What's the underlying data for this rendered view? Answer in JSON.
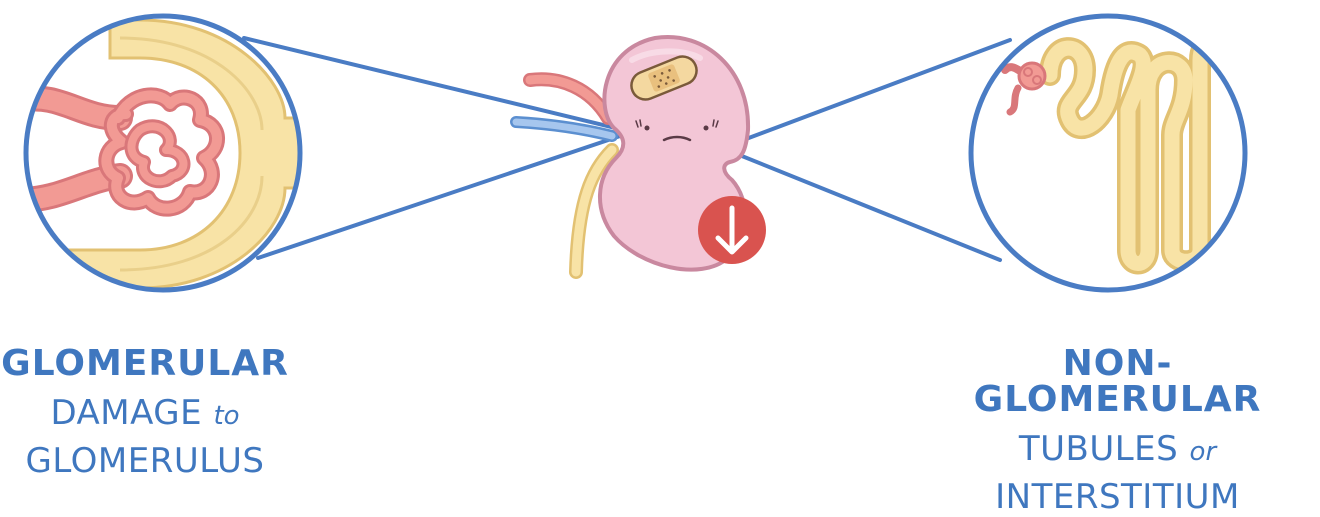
{
  "colors": {
    "outline_blue": "#4a7cc4",
    "text_blue": "#3f77bf",
    "capsule_yellow": "#f8e3a6",
    "capillary_pink": "#f29a94",
    "kidney_pink": "#f3c6d6",
    "arrow_red": "#d9534f"
  },
  "left": {
    "title": "GLOMERULAR",
    "line1_a": "DAMAGE",
    "line1_b": "to",
    "line2": "GLOMERULUS"
  },
  "right": {
    "title": "NON-GLOMERULAR",
    "line1_a": "TUBULES",
    "line1_b": "or",
    "line2": "INTERSTITIUM"
  },
  "icons": {
    "decrease": "arrow-down-icon",
    "bandage": "bandage-icon"
  }
}
